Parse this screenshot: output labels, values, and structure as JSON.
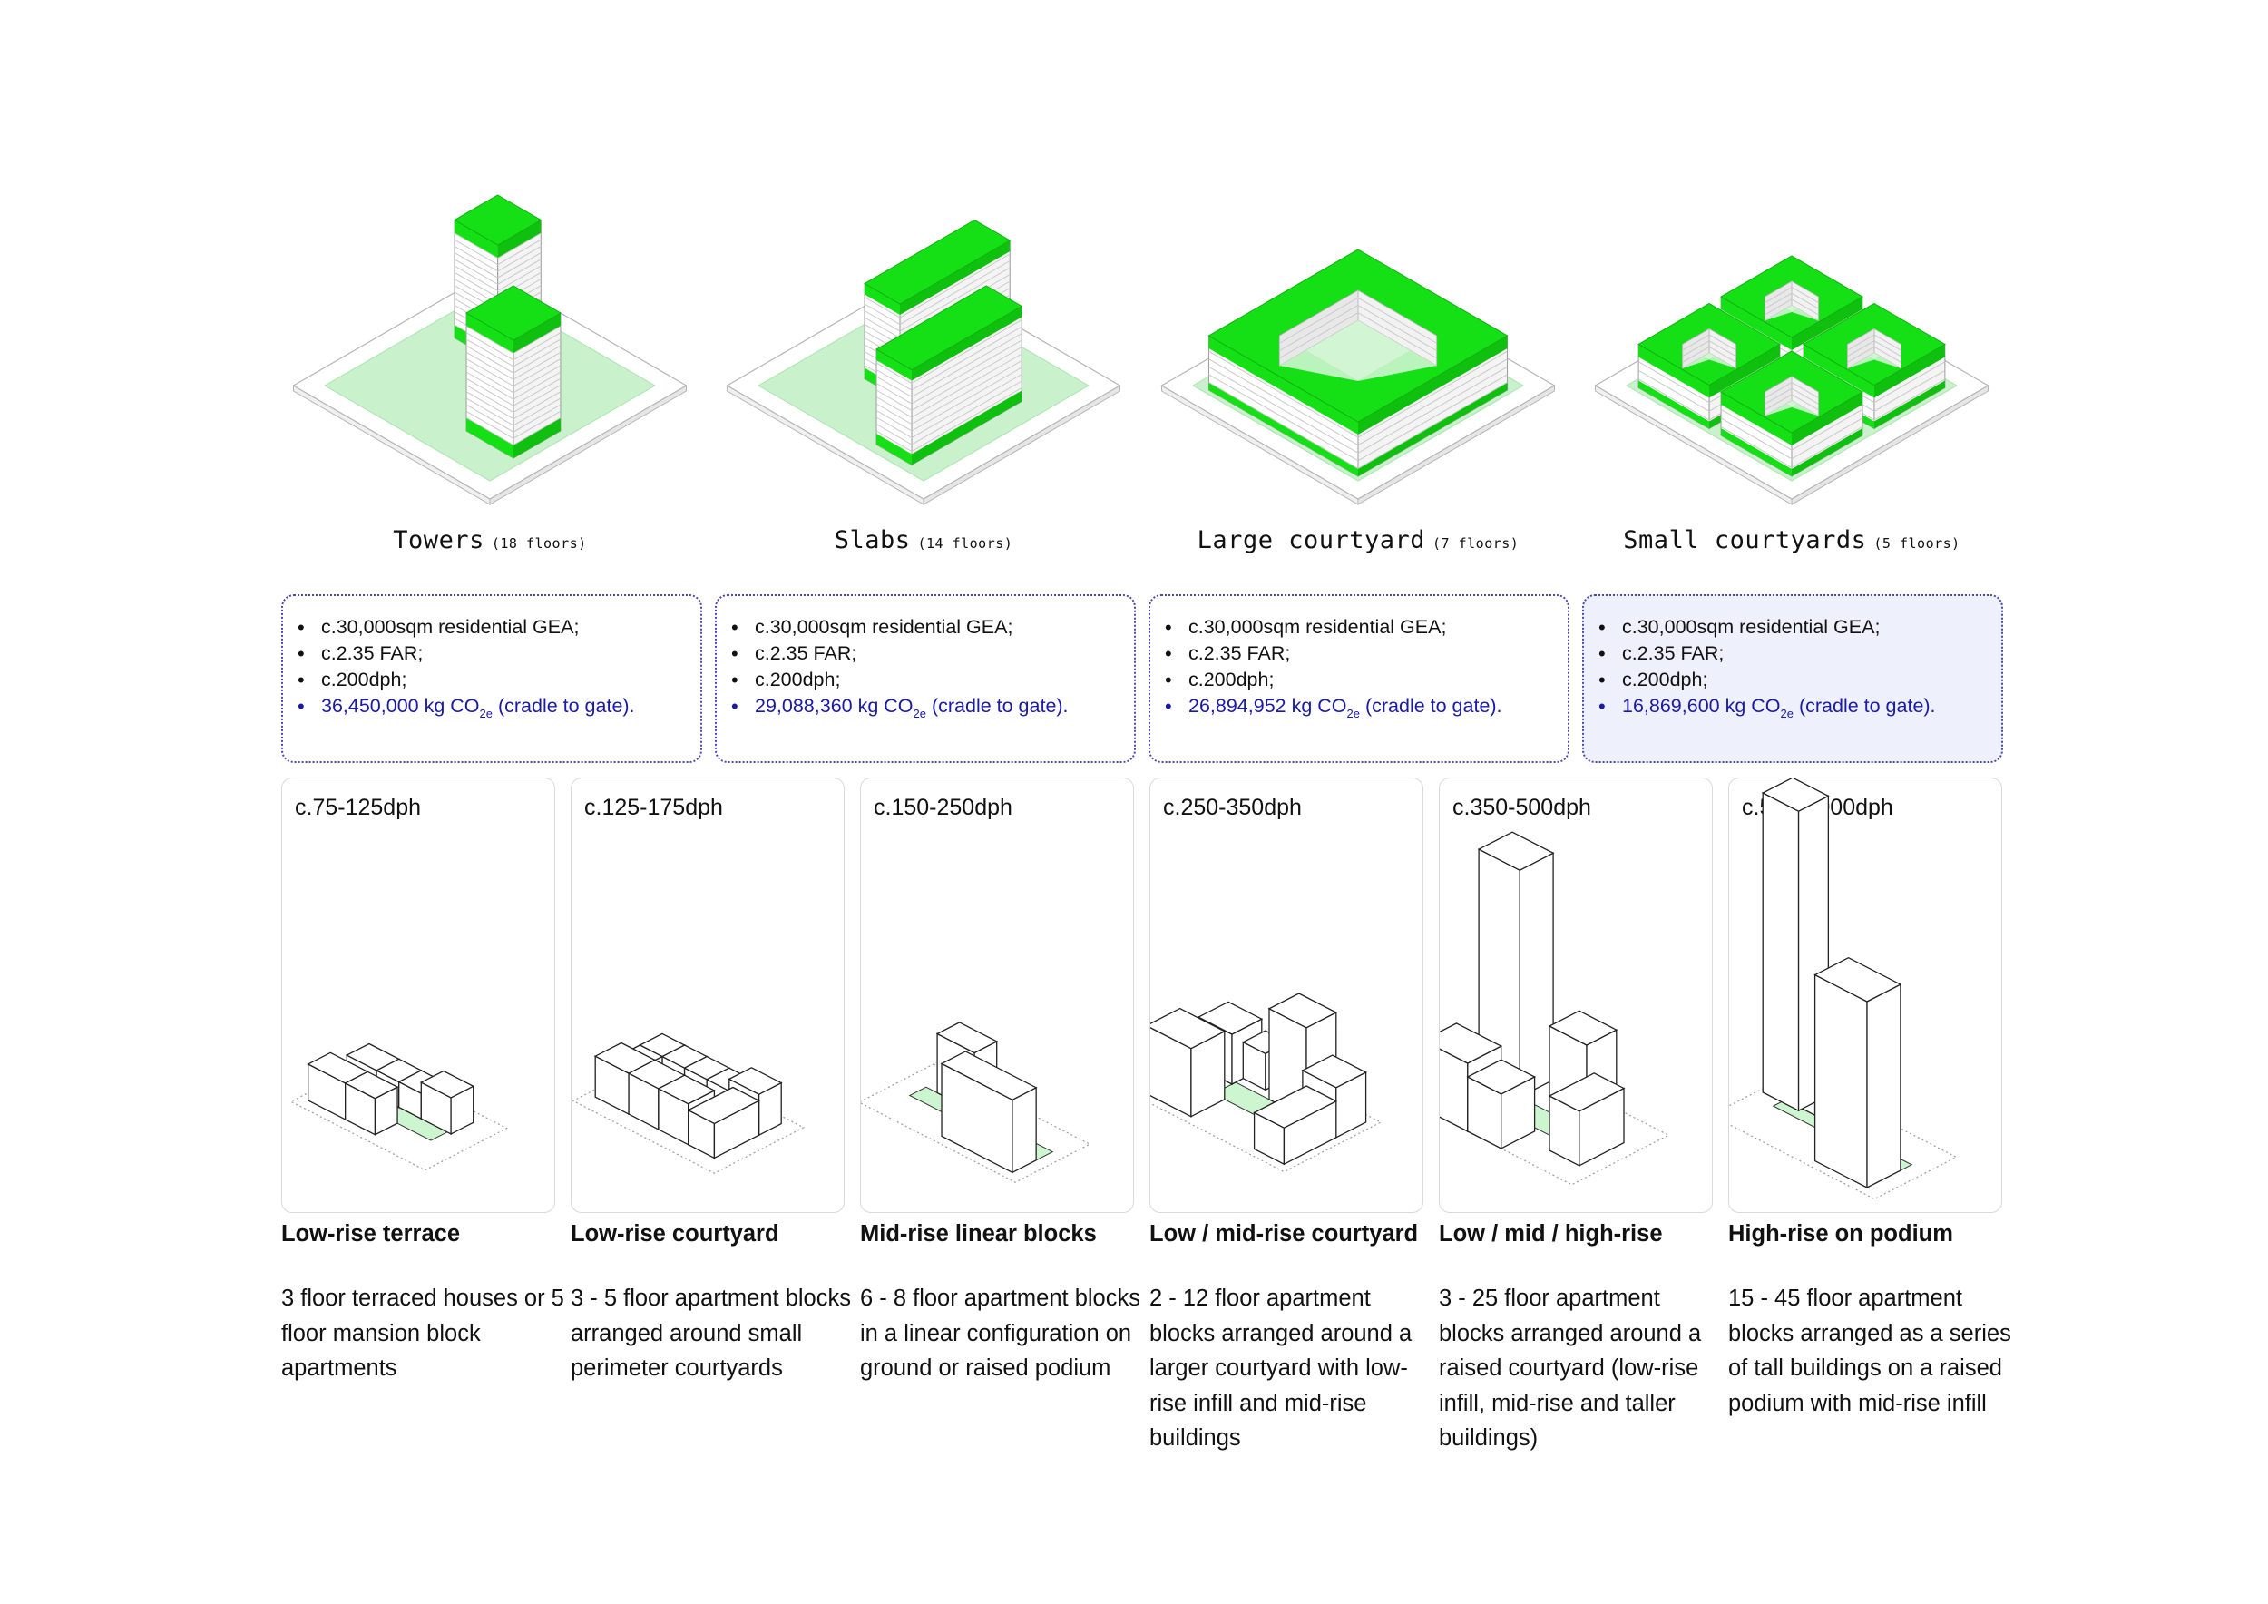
{
  "typologies": [
    {
      "name": "Towers",
      "floors": "(18 floors)",
      "gea": "c.30,000sqm residential GEA;",
      "far": "c.2.35 FAR;",
      "dph": "c.200dph;",
      "co2_value": "36,450,000 kg CO",
      "co2_sub": "2e",
      "co2_suffix": " (cradle to gate).",
      "highlight": false
    },
    {
      "name": "Slabs",
      "floors": "(14 floors)",
      "gea": "c.30,000sqm residential GEA;",
      "far": "c.2.35 FAR;",
      "dph": "c.200dph;",
      "co2_value": "29,088,360 kg CO",
      "co2_sub": "2e",
      "co2_suffix": " (cradle to gate).",
      "highlight": false
    },
    {
      "name": "Large courtyard",
      "floors": "(7 floors)",
      "gea": "c.30,000sqm residential GEA;",
      "far": "c.2.35 FAR;",
      "dph": "c.200dph;",
      "co2_value": "26,894,952 kg CO",
      "co2_sub": "2e",
      "co2_suffix": " (cradle to gate).",
      "highlight": false
    },
    {
      "name": "Small courtyards",
      "floors": "(5 floors)",
      "gea": "c.30,000sqm residential GEA;",
      "far": "c.2.35 FAR;",
      "dph": "c.200dph;",
      "co2_value": "16,869,600 kg CO",
      "co2_sub": "2e",
      "co2_suffix": " (cradle to gate).",
      "highlight": true
    }
  ],
  "densities": [
    {
      "dph": "c.75-125dph",
      "title": "Low-rise terrace",
      "desc": "3 floor terraced houses or 5 floor mansion block apartments"
    },
    {
      "dph": "c.125-175dph",
      "title": "Low-rise courtyard",
      "desc": "3 - 5 floor apartment blocks arranged around small perimeter courtyards"
    },
    {
      "dph": "c.150-250dph",
      "title": "Mid-rise linear blocks",
      "desc": "6 - 8 floor apartment blocks in a linear configuration on ground or raised podium"
    },
    {
      "dph": "c.250-350dph",
      "title": "Low / mid-rise courtyard",
      "desc": "2 - 12 floor apartment blocks arranged around a larger courtyard with low-rise infill and mid-rise buildings"
    },
    {
      "dph": "c.350-500dph",
      "title": "Low / mid / high-rise",
      "desc": "3 - 25 floor apartment blocks arranged around a raised courtyard (low-rise infill, mid-rise and taller buildings)"
    },
    {
      "dph": "c.500-1000dph",
      "title": "High-rise on podium",
      "desc": "15 - 45 floor apartment blocks arranged as a series of tall buildings on a raised podium with mid-rise infill"
    }
  ],
  "colors": {
    "roof_green": "#15e015",
    "site_green": "#c9f2cc",
    "courtyard_green": "#cdf5cf",
    "box_border": "#4a4aa8",
    "co2_text": "#1a1aa8",
    "highlight_bg": "#eef0fb"
  }
}
